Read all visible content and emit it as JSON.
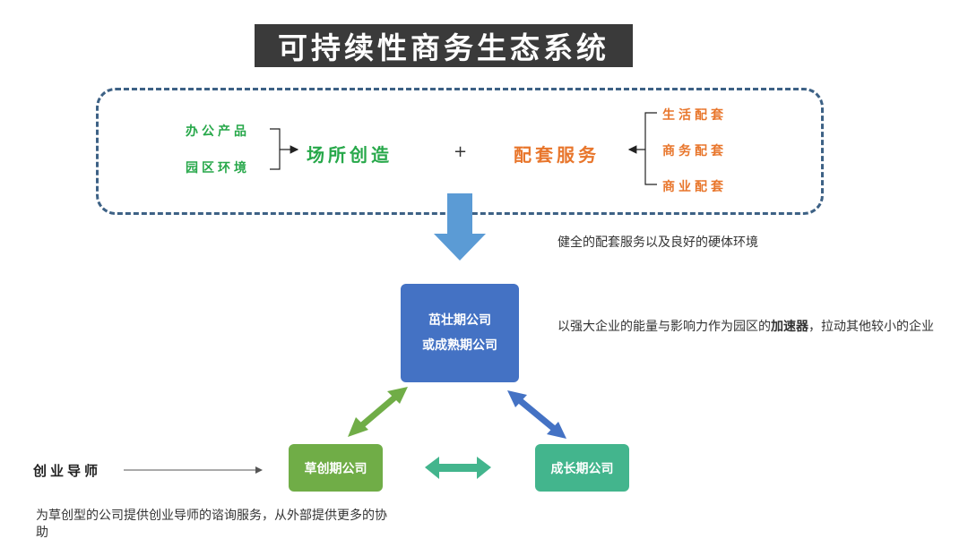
{
  "title": "可持续性商务生态系统",
  "left_items": [
    "办公产品",
    "园区环境"
  ],
  "left_main": "场所创造",
  "plus": "+",
  "right_main": "配套服务",
  "right_items": [
    "生活配套",
    "商务配套",
    "商业配套"
  ],
  "note_environment": "健全的配套服务以及良好的硬体环境",
  "node_top": {
    "line1": "茁壮期公司",
    "line2": "或成熟期公司"
  },
  "node_left": "草创期公司",
  "node_right": "成长期公司",
  "accelerator_note": {
    "part1": "以强大企业的能量与影响力作为园区的",
    "bold": "加速器",
    "part2": "，拉动其他较小的企业"
  },
  "mentor_label": "创业导师",
  "mentor_note": "为草创型的公司提供创业导师的谘询服务，从外部提供更多的协助",
  "colors": {
    "green": "#27a84a",
    "orange": "#e8762c",
    "title_bg": "#3a3a3a",
    "dash": "#3d6185",
    "down_arrow": "#5b9bd5",
    "node_top": "#4472c4",
    "node_left": "#70ad47",
    "node_right": "#43b58d"
  }
}
